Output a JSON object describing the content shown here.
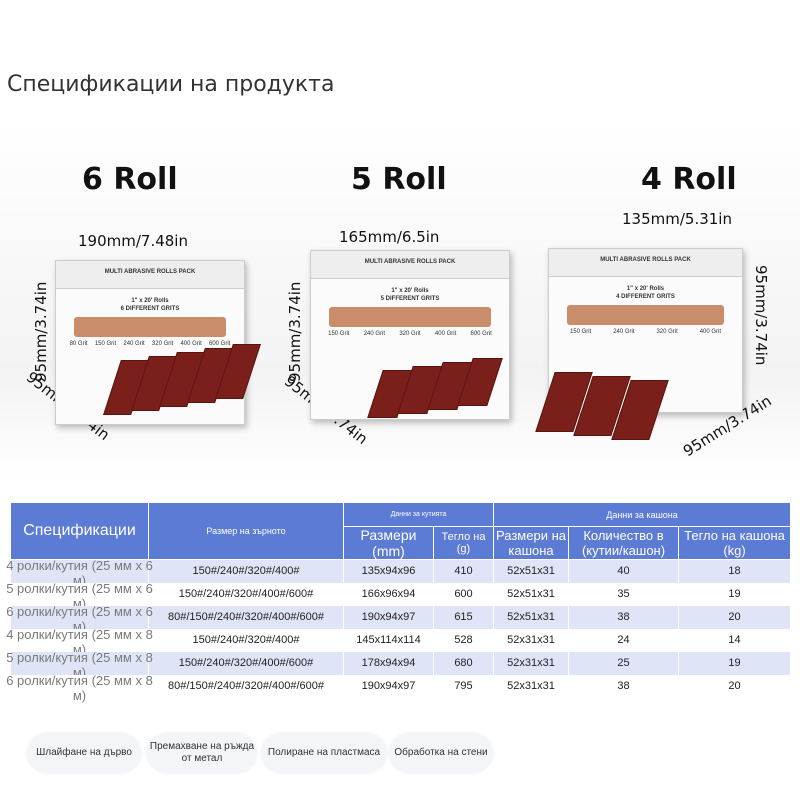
{
  "page": {
    "title": "Спецификации на продукта"
  },
  "products": [
    {
      "name": "6 Roll",
      "width_label": "190mm/7.48in",
      "height_label": "95mm/3.74in",
      "depth_label": "95mm/3.74in",
      "box_lid": "MULTI ABRASIVE ROLLS PACK",
      "box_sub1": "1\" x 20' Rolls",
      "box_sub2": "6 DIFFERENT GRITS",
      "grits": [
        "80 Grit",
        "150 Grit",
        "240 Grit",
        "320 Grit",
        "400 Grit",
        "600 Grit"
      ]
    },
    {
      "name": "5 Roll",
      "width_label": "165mm/6.5in",
      "height_label": "95mm/3.74in",
      "depth_label": "95mm/3.74in",
      "box_lid": "MULTI ABRASIVE ROLLS PACK",
      "box_sub1": "1\" x 20' Rolls",
      "box_sub2": "5 DIFFERENT GRITS",
      "grits": [
        "150 Grit",
        "240 Grit",
        "320 Grit",
        "400 Grit",
        "600 Grit"
      ]
    },
    {
      "name": "4 Roll",
      "width_label": "135mm/5.31in",
      "height_label": "95mm/3.74in",
      "depth_label": "95mm/3.74in",
      "box_lid": "MULTI ABRASIVE ROLLS PACK",
      "box_sub1": "1\" x 20' Rolls",
      "box_sub2": "4 DIFFERENT GRITS",
      "grits": [
        "150 Grit",
        "240 Grit",
        "320 Grit",
        "400 Grit"
      ]
    }
  ],
  "table": {
    "headers": {
      "spec": "Спецификации",
      "grit_size": "Размер на зърното",
      "box_data": "Данни за кутията",
      "carton_data": "Данни за кашона",
      "box_size": "Размери (mm)",
      "box_weight": "Тегло на (g)",
      "carton_size": "Размери на кашона",
      "quantity": "Количество в (кутии/кашон)",
      "carton_weight": "Тегло на кашона (kg)"
    },
    "rows": [
      {
        "spec": "4 ролки/кутия (25 мм x 6 м)",
        "grit": "150#/240#/320#/400#",
        "box_size": "135x94x96",
        "box_weight": "410",
        "carton_size": "52x51x31",
        "quantity": "40",
        "carton_weight": "18"
      },
      {
        "spec": "5 ролки/кутия (25 мм x 6 м)",
        "grit": "150#/240#/320#/400#/600#",
        "box_size": "166x96x94",
        "box_weight": "600",
        "carton_size": "52x51x31",
        "quantity": "35",
        "carton_weight": "19"
      },
      {
        "spec": "6 ролки/кутия (25 мм x 6 м)",
        "grit": "80#/150#/240#/320#/400#/600#",
        "box_size": "190x94x97",
        "box_weight": "615",
        "carton_size": "52x51x31",
        "quantity": "38",
        "carton_weight": "20"
      },
      {
        "spec": "4 ролки/кутия (25 мм x 8 м)",
        "grit": "150#/240#/320#/400#",
        "box_size": "145x114x114",
        "box_weight": "528",
        "carton_size": "52x31x31",
        "quantity": "24",
        "carton_weight": "14"
      },
      {
        "spec": "5 ролки/кутия (25 мм x 8 м)",
        "grit": "150#/240#/320#/400#/600#",
        "box_size": "178x94x94",
        "box_weight": "680",
        "carton_size": "52x31x31",
        "quantity": "25",
        "carton_weight": "19"
      },
      {
        "spec": "6 ролки/кутия (25 мм x 8 м)",
        "grit": "80#/150#/240#/320#/400#/600#",
        "box_size": "190x94x97",
        "box_weight": "795",
        "carton_size": "52x31x31",
        "quantity": "38",
        "carton_weight": "20"
      }
    ]
  },
  "uses": [
    "Шлайфане на дърво",
    "Премахване на ръжда от метал",
    "Полиране на пластмаса",
    "Обработка на стени"
  ],
  "colors": {
    "header_blue": "#5b7bd5",
    "row_band": "#dfe5f7",
    "abrasive_red": "#7a1f1a"
  }
}
